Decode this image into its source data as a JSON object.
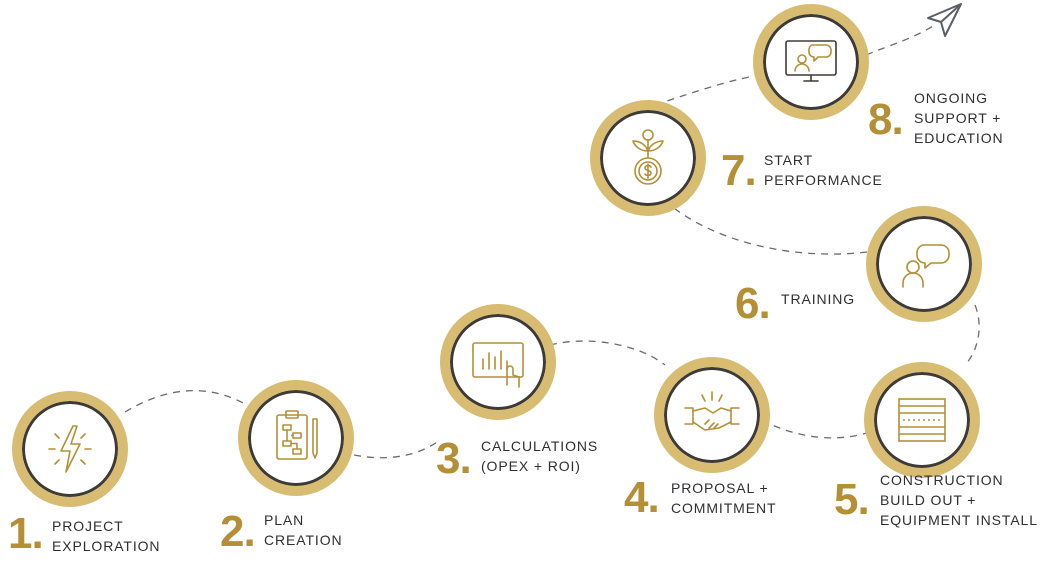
{
  "accent_color": "#d7bc72",
  "number_color": "#b48f36",
  "ring_dark_color": "#3e3a36",
  "text_color": "#2f2f33",
  "end_icon": "paper-plane-icon",
  "steps": [
    {
      "number": "1.",
      "lines": [
        "PROJECT",
        "EXPLORATION"
      ],
      "icon": "lightning-bolt-icon"
    },
    {
      "number": "2.",
      "lines": [
        "PLAN",
        "CREATION"
      ],
      "icon": "clipboard-flowchart-icon"
    },
    {
      "number": "3.",
      "lines": [
        "CALCULATIONS",
        "(OPEX + ROI)"
      ],
      "icon": "touchscreen-chart-icon"
    },
    {
      "number": "4.",
      "lines": [
        "PROPOSAL +",
        "COMMITMENT"
      ],
      "icon": "handshake-icon"
    },
    {
      "number": "5.",
      "lines": [
        "CONSTRUCTION",
        "BUILD OUT +",
        "EQUIPMENT INSTALL"
      ],
      "icon": "wall-panel-icon"
    },
    {
      "number": "6.",
      "lines": [
        "TRAINING"
      ],
      "icon": "person-speech-bubble-icon"
    },
    {
      "number": "7.",
      "lines": [
        "START",
        "PERFORMANCE"
      ],
      "icon": "money-plant-icon"
    },
    {
      "number": "8.",
      "lines": [
        "ONGOING",
        "SUPPORT +",
        "EDUCATION"
      ],
      "icon": "monitor-chat-icon"
    }
  ]
}
